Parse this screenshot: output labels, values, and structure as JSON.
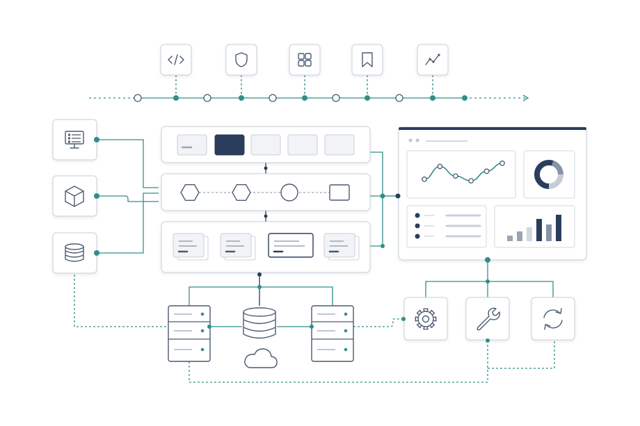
{
  "colors": {
    "navy": "#2a3d5c",
    "teal": "#2f8f8a",
    "line": "#4a5a72",
    "soft": "#9aa5b4",
    "panel_fill": "#ffffff",
    "tile_fill": "#f1f3f6",
    "border": "#c9cfd8",
    "background": "#ffffff"
  },
  "top_icons": [
    "code-icon",
    "shield-icon",
    "grid-icon",
    "bookmark-icon",
    "trend-icon"
  ],
  "pipeline": {
    "nodes": [
      "hollow",
      "teal",
      "hollow",
      "teal",
      "hollow",
      "teal",
      "hollow",
      "teal",
      "hollow",
      "teal",
      "teal"
    ],
    "end": "arrow-right-icon"
  },
  "sources": [
    "dashboard-monitor-icon",
    "cube-icon",
    "database-icon"
  ],
  "layers": {
    "toolbar": {
      "tiles": [
        "tile",
        "tile-selected",
        "tile",
        "tile",
        "tile"
      ]
    },
    "shapes_row": {
      "shapes": [
        "hexagon",
        "hexagon",
        "circle",
        "square"
      ]
    },
    "cards_row": {
      "cards": [
        "card",
        "card",
        "card-active",
        "card"
      ]
    }
  },
  "dashboard": {
    "line_series": [
      0.35,
      0.75,
      0.45,
      0.3,
      0.6,
      0.85
    ],
    "donut": {
      "segments": [
        0.55,
        0.2,
        0.25
      ]
    },
    "list_items": 3,
    "bars": [
      0.2,
      0.35,
      0.5,
      0.8,
      0.6,
      0.95
    ]
  },
  "infrastructure": [
    "server-rack-icon",
    "database-stack-icon",
    "cloud-icon",
    "server-rack-icon"
  ],
  "tools": [
    "gear-icon",
    "wrench-icon",
    "refresh-icon"
  ]
}
